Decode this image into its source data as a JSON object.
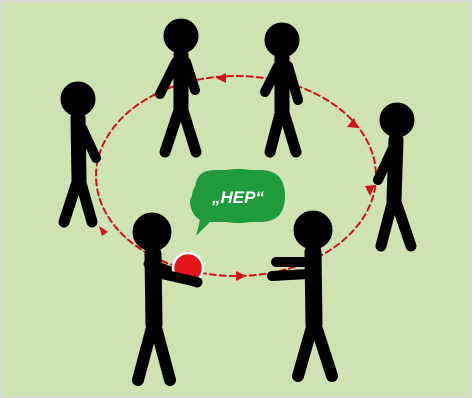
{
  "colors": {
    "background": "#cfe2b1",
    "border": "#d9d9d9",
    "figure": "#000000",
    "ball": "#e2161b",
    "ball_outline": "#ffffff",
    "path": "#d2121a",
    "bubble": "#1f9a3c",
    "bubble_text": "#ffffff"
  },
  "speech_bubble": {
    "text": "„HEP“"
  },
  "players": [
    {
      "name": "player-top-left"
    },
    {
      "name": "player-top-right"
    },
    {
      "name": "player-left"
    },
    {
      "name": "player-right"
    },
    {
      "name": "player-bottom-left-thrower"
    },
    {
      "name": "player-bottom-right-receiver"
    }
  ],
  "icons": {
    "ball": "ball-icon",
    "path": "dashed-circle-arrow-path",
    "bubble": "speech-bubble-icon"
  }
}
